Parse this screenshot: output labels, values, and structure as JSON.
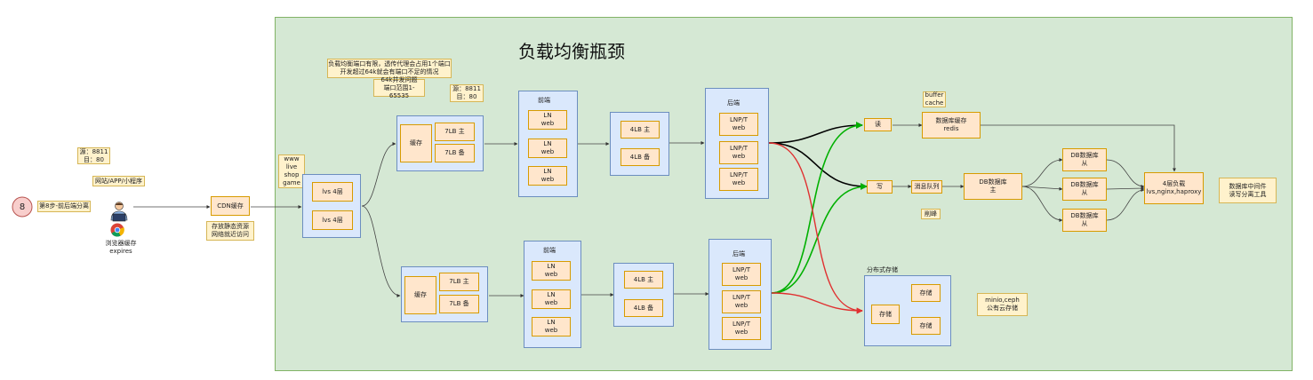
{
  "title": "负载均衡瓶颈",
  "step_badge": {
    "number": "8",
    "label": "第8步-前后端分离"
  },
  "client": {
    "ports_note": "源：8811\n目：80",
    "app_note": "网站/APP/小程序",
    "browser_cache_label": "浏览器缓存\nexpires"
  },
  "cdn": {
    "label": "CDN缓存",
    "note": "存放静态资源\n网络就近访问"
  },
  "gateway": {
    "domains": "www\nlive\nshop\ngame",
    "lvs": [
      "lvs 4层",
      "lvs 4层"
    ]
  },
  "notes": {
    "port_limit": "负载均衡端口有限，透传代理会占用1个端口\n开发超过64k就会有端口不足的情况",
    "port_range": "64k并发问题\n端口范围1-65535",
    "src_dst": "源：8811\n目：80"
  },
  "branches": [
    {
      "cache_label": "缓存",
      "l7": [
        "7LB 主",
        "7LB 备"
      ],
      "frontend_title": "前端",
      "frontend_items": [
        "LN\nweb",
        "LN\nweb",
        "LN\nweb"
      ],
      "l4": [
        "4LB 主",
        "4LB 备"
      ],
      "backend_title": "后端",
      "backend_items": [
        "LNP/T\nweb",
        "LNP/T\nweb",
        "LNP/T\nweb"
      ]
    },
    {
      "cache_label": "缓存",
      "l7": [
        "7LB 主",
        "7LB 备"
      ],
      "frontend_title": "前端",
      "frontend_items": [
        "LN\nweb",
        "LN\nweb",
        "LN\nweb"
      ],
      "l4": [
        "4LB 主",
        "4LB 备"
      ],
      "backend_title": "后端",
      "backend_items": [
        "LNP/T\nweb",
        "LNP/T\nweb",
        "LNP/T\nweb"
      ]
    }
  ],
  "data_layer": {
    "read": "读",
    "write": "写",
    "buffer_cache": "buffer\ncache",
    "redis": "数据库缓存\nredis",
    "mq": "消息队列",
    "peak_shaving": "削峰",
    "db_master": "DB数据库\n主",
    "db_slaves": [
      "DB数据库\n从",
      "DB数据库\n从",
      "DB数据库\n从"
    ],
    "l4_lb": "4层负载\nlvs,nginx,haproxy",
    "db_middleware": "数据库中间件\n读写分离工具",
    "storage_title": "分布式存储",
    "storage_items": [
      "存储",
      "存储",
      "存储"
    ],
    "minio": "minio,ceph\n公有云存储"
  },
  "colors": {
    "black": "#000000",
    "green": "#00b000",
    "red": "#e03030",
    "grey": "#444444"
  }
}
